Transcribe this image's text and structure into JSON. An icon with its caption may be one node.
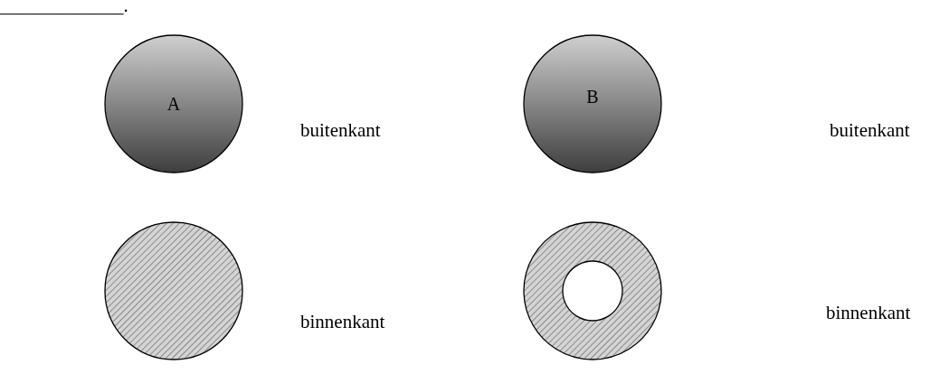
{
  "diagram": {
    "nodes": [
      {
        "text": [
          "A"
        ]
      },
      {
        "text": [
          "B"
        ]
      },
      {
        "text": [],
        "shape": "circle"
      },
      {
        "text": [],
        "shape": "ring"
      }
    ],
    "labels": [
      "_____________.",
      "buitenkant",
      "buitenkant",
      "binnenkant",
      "binnenkant"
    ]
  }
}
